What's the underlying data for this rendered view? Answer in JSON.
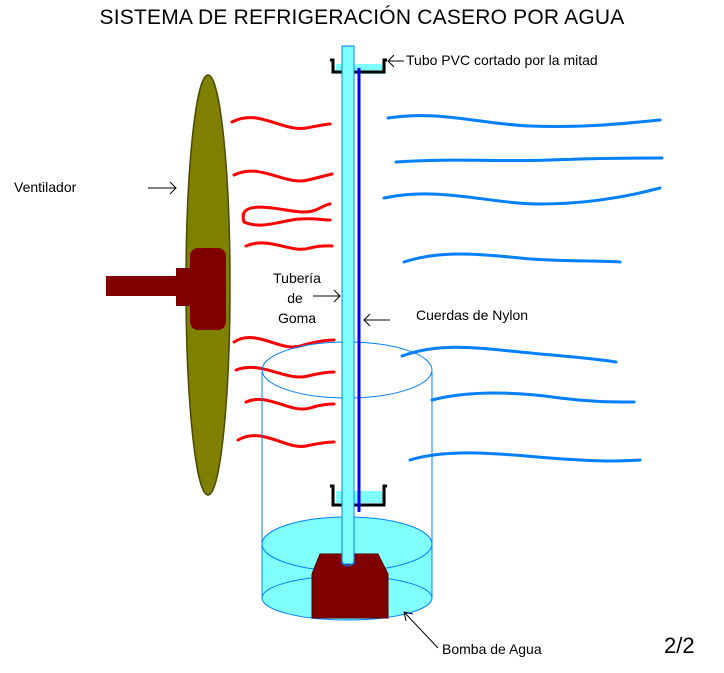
{
  "title": "SISTEMA DE REFRIGERACIÓN CASERO POR AGUA",
  "labels": {
    "pvc_tube": "Tubo PVC cortado por la mitad",
    "fan": "Ventilador",
    "rubber_tube_line1": "Tubería",
    "rubber_tube_line2": "de",
    "rubber_tube_line3": "Goma",
    "nylon": "Cuerdas de Nylon",
    "pump": "Bomba de Agua"
  },
  "page_number": "2/2",
  "colors": {
    "fan_blade": "#808000",
    "fan_hub": "#800000",
    "pump": "#800000",
    "water": "#80ffff",
    "tube": "#80ffff",
    "tube_outline": "#0000ff",
    "container_outline": "#0080ff",
    "nylon_string": "#0000ff",
    "warm_air": "#ff0000",
    "cool_air": "#0080ff",
    "pvc_trough": "#000000"
  }
}
